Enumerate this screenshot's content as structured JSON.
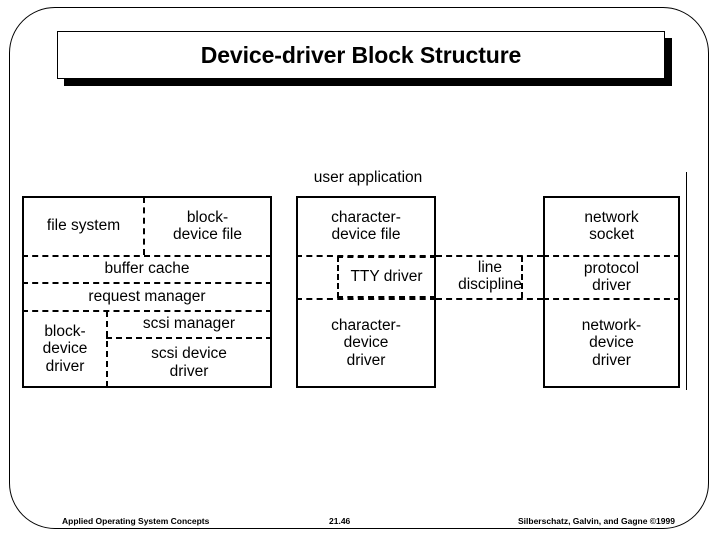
{
  "slide": {
    "title": "Device-driver Block Structure",
    "page_number": "21.46",
    "footer_left": "Applied Operating System Concepts",
    "footer_right": "Silberschatz, Galvin, and Gagne ©1999",
    "accent_color": "#000000",
    "background_color": "#ffffff"
  },
  "diagram": {
    "top_label": "user application",
    "block_device_column": {
      "cells": [
        {
          "label": "file system"
        },
        {
          "label": "block-\ndevice file"
        },
        {
          "label": "buffer cache"
        },
        {
          "label": "request manager"
        },
        {
          "label": "block-\ndevice\ndriver"
        },
        {
          "label": "scsi manager"
        },
        {
          "label": "scsi device\ndriver"
        }
      ]
    },
    "character_device_column": {
      "cells": [
        {
          "label": "character-\ndevice file"
        },
        {
          "label": "TTY driver"
        },
        {
          "label": "character-\ndevice\ndriver"
        }
      ]
    },
    "middle_connector": {
      "label": "line\ndiscipline"
    },
    "network_column": {
      "cells": [
        {
          "label": "network\nsocket"
        },
        {
          "label": "protocol\ndriver"
        },
        {
          "label": "network-\ndevice\ndriver"
        }
      ]
    }
  }
}
